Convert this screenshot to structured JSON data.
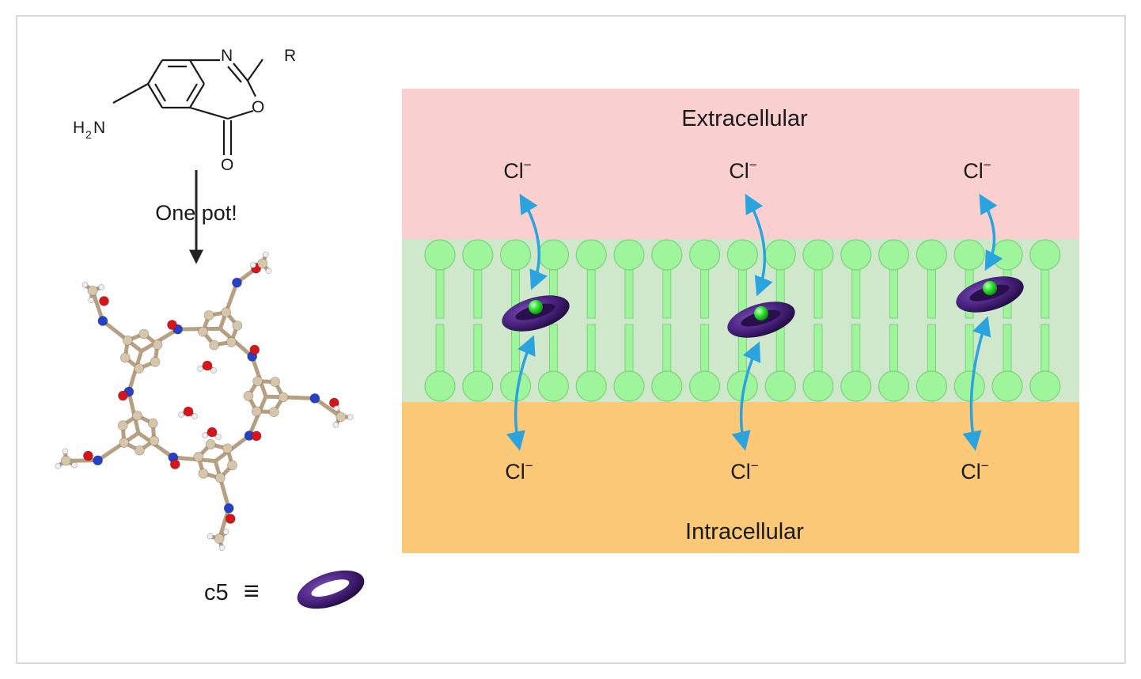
{
  "figure": {
    "scheme": {
      "atoms": {
        "n": "N",
        "r": "R",
        "o_ring": "O",
        "o_carbonyl": "O",
        "amine": "H",
        "amine_sub": "2",
        "amine_n": "N"
      },
      "step_label": "One pot!",
      "equivalence": {
        "label": "c5",
        "symbol": "≡"
      }
    },
    "membrane": {
      "top_label": "Extracellular",
      "bottom_label": "Intracellular",
      "ion_label": "Cl",
      "ion_charge": "−",
      "colors": {
        "extracellular": "#f9d0cf",
        "bilayer": "#cfe8cc",
        "intracellular": "#fbc878",
        "lipid": "#9ef59c",
        "arrow": "#2aa3df",
        "ring": "#4a2380",
        "chloride": "#2be02b"
      }
    }
  }
}
